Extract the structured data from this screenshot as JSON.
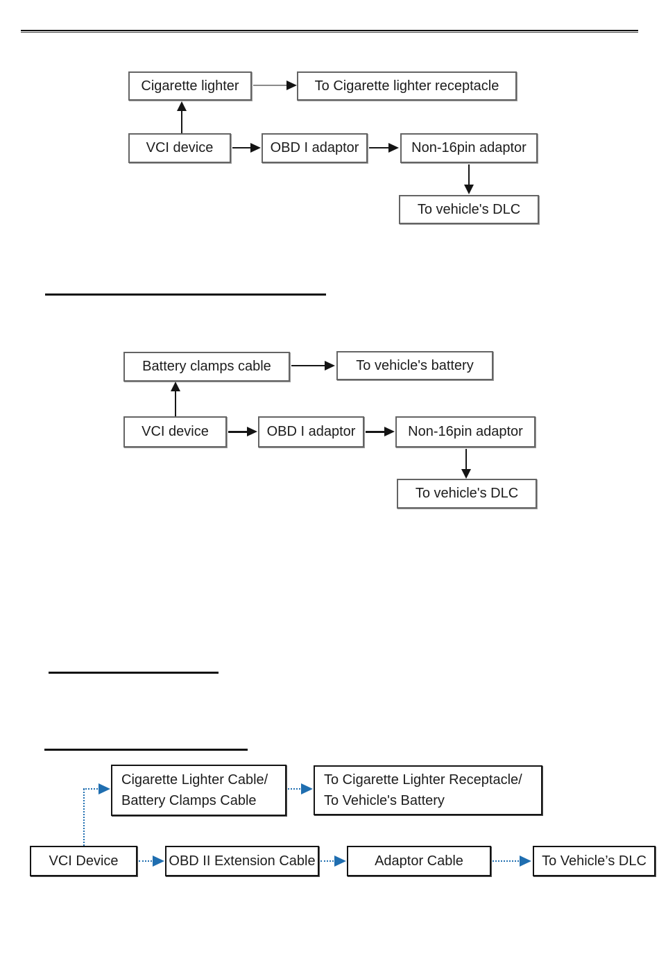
{
  "colors": {
    "arrow_black": "#141414",
    "arrow_gray": "#8a8a8a",
    "dotted_blue": "#1f6eb0",
    "box_border_gray": "#646464",
    "box_border_dark": "#141414",
    "page_bg": "#ffffff"
  },
  "diagram1": {
    "nodes": {
      "cigarette_lighter": "Cigarette lighter",
      "to_receptacle": "To Cigarette lighter receptacle",
      "vci_device": "VCI device",
      "obd1_adaptor": "OBD I adaptor",
      "non16pin_adaptor": "Non-16pin adaptor",
      "to_dlc": "To vehicle's DLC"
    }
  },
  "diagram2": {
    "nodes": {
      "battery_clamps_cable": "Battery clamps cable",
      "to_battery": "To vehicle's battery",
      "vci_device": "VCI device",
      "obd1_adaptor": "OBD I adaptor",
      "non16pin_adaptor": "Non-16pin adaptor",
      "to_dlc": "To vehicle's DLC"
    }
  },
  "diagram3": {
    "nodes": {
      "cable_line1": "Cigarette Lighter Cable/",
      "cable_line2": "Battery Clamps Cable",
      "dest_line1": "To Cigarette Lighter Receptacle/",
      "dest_line2": "To Vehicle's Battery",
      "vci_device": "VCI Device",
      "obd2_extension_cable": "OBD II Extension Cable",
      "adaptor_cable": "Adaptor Cable",
      "to_dlc": "To Vehicle’s DLC"
    }
  }
}
